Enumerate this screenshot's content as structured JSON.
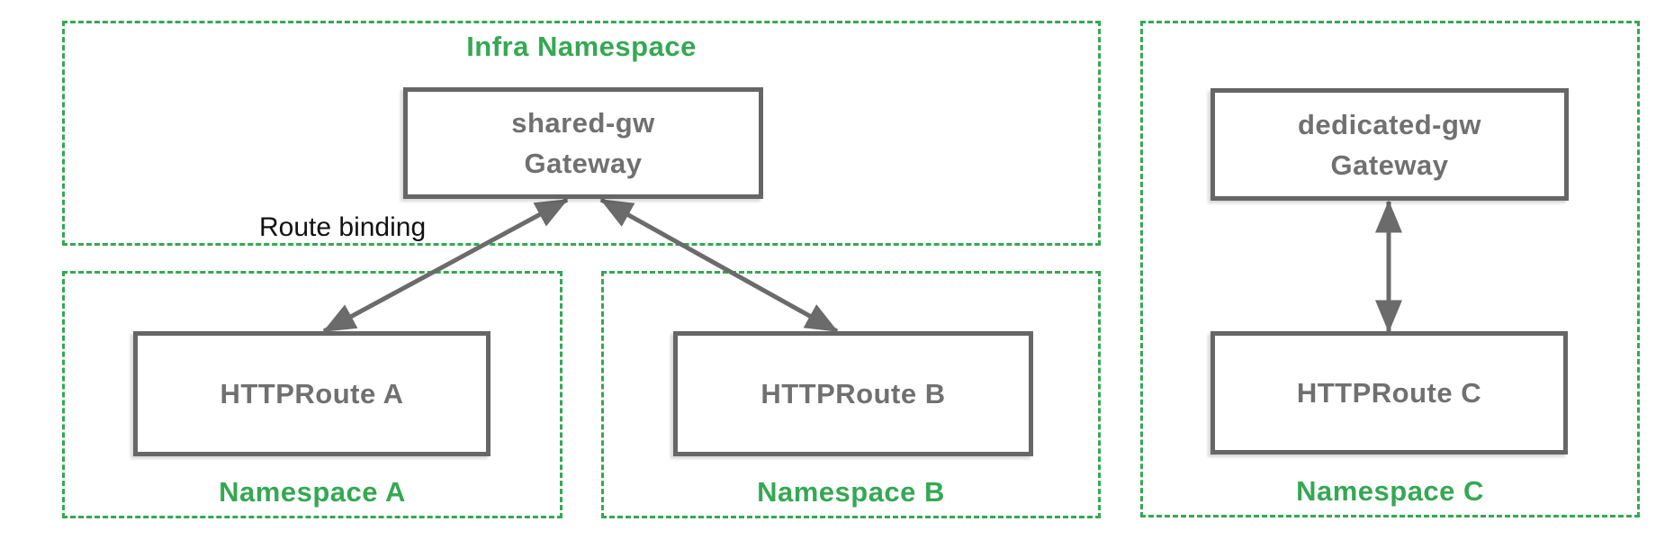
{
  "colors": {
    "namespace_green": "#34A853",
    "node_border_gray": "#666666",
    "node_text_gray": "#707070",
    "arrow_gray": "#6b6b6b",
    "annotation_black": "#111111"
  },
  "namespaces": {
    "infra": {
      "title": "Infra Namespace"
    },
    "a": {
      "label": "Namespace A"
    },
    "b": {
      "label": "Namespace B"
    },
    "c": {
      "label": "Namespace C"
    }
  },
  "nodes": {
    "shared_gw": {
      "name": "shared-gw",
      "kind": "Gateway"
    },
    "dedicated_gw": {
      "name": "dedicated-gw",
      "kind": "Gateway"
    },
    "httproute_a": {
      "label": "HTTPRoute A"
    },
    "httproute_b": {
      "label": "HTTPRoute B"
    },
    "httproute_c": {
      "label": "HTTPRoute C"
    }
  },
  "annotations": {
    "route_binding_label": "Route binding"
  },
  "edges": [
    {
      "from": "httproute_a",
      "to": "shared_gw",
      "relation": "route binding",
      "bidirectional": true
    },
    {
      "from": "httproute_b",
      "to": "shared_gw",
      "relation": "route binding",
      "bidirectional": true
    },
    {
      "from": "httproute_c",
      "to": "dedicated_gw",
      "relation": "route binding",
      "bidirectional": true
    }
  ]
}
